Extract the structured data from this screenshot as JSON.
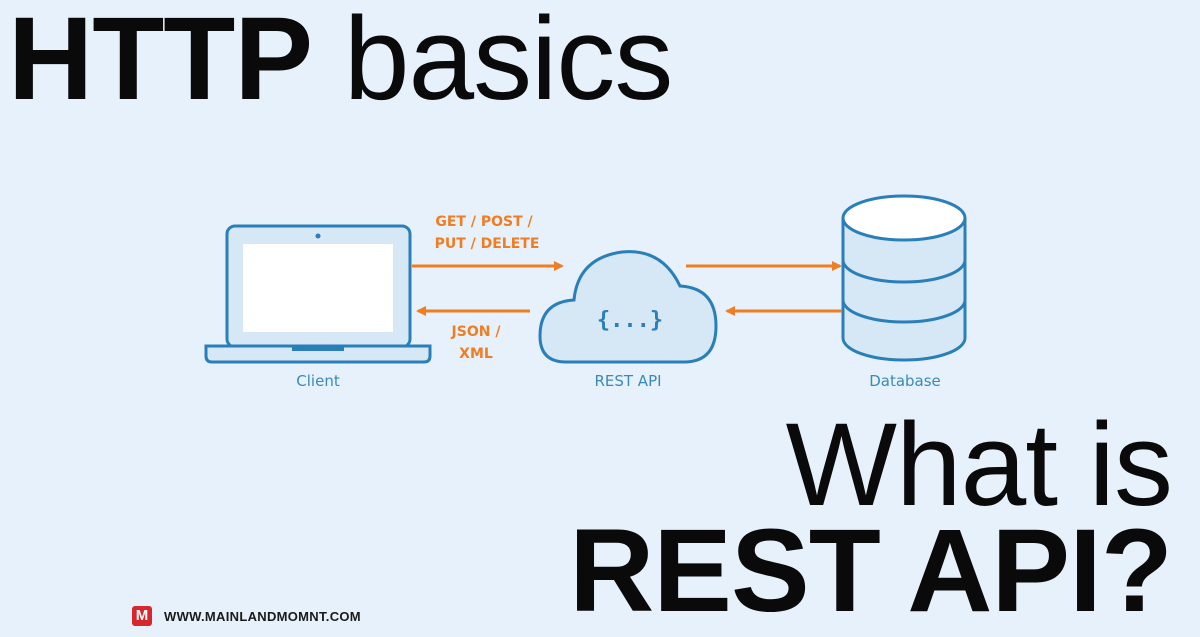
{
  "headline_top": {
    "bold": "HTTP",
    "light": "basics"
  },
  "headline_bottom": {
    "line1": "What is",
    "line2": "REST API?"
  },
  "diagram": {
    "request_methods": {
      "line1": "GET / POST /",
      "line2": "PUT / DELETE"
    },
    "response_formats": {
      "line1": "JSON /",
      "line2": "XML"
    },
    "nodes": {
      "client": "Client",
      "api": "REST API",
      "api_symbol": "{...}",
      "database": "Database"
    },
    "colors": {
      "stroke": "#2a7fb8",
      "fill": "#d6e8f6",
      "arrow": "#ef7d22",
      "label": "#3a8ab8"
    }
  },
  "footer": {
    "logo_letter": "M",
    "url": "WWW.MAINLANDMOMNT.COM"
  }
}
